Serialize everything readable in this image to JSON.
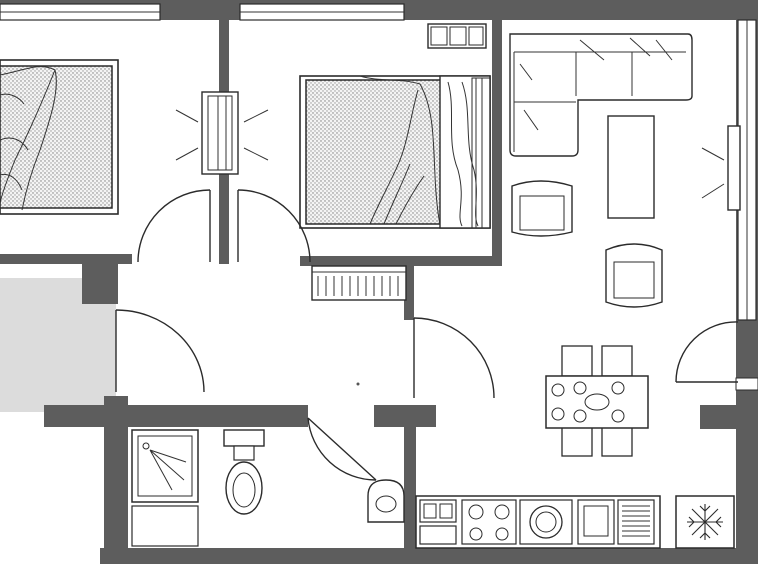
{
  "plan": {
    "type": "apartment floor plan",
    "rooms": [
      "bedroom-left",
      "bedroom-right",
      "hallway",
      "living-room",
      "bathroom",
      "kitchen"
    ],
    "colors": {
      "wall": "#5d5d5d",
      "line": "#2b2b2b",
      "floor": "#ffffff",
      "shade": "#dcdcdc"
    },
    "fixtures": [
      "double-bed",
      "double-bed",
      "wardrobe",
      "corner-sofa",
      "armchair",
      "armchair",
      "coffee-table",
      "dining-table",
      "chair",
      "chair",
      "chair",
      "chair",
      "shower",
      "toilet",
      "washbasin",
      "kitchen-counter",
      "cooktop",
      "washing-machine",
      "sink",
      "dish-drainer",
      "refrigerator",
      "radiator",
      "radiator",
      "radiator"
    ]
  }
}
